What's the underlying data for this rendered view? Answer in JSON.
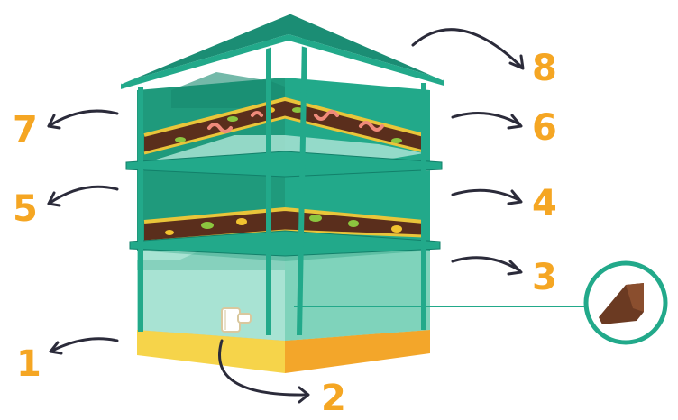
{
  "colors": {
    "number": "#f5a623",
    "arrow": "#2b2b3a",
    "frame": "#22a98a",
    "frame_dark": "#12806a",
    "tray_back": "#1f9a7c",
    "tray_light": "#a8e3d3",
    "soil": "#5a2e1c",
    "soil_edge": "#e9c53a",
    "base_left": "#f6d44a",
    "base_right": "#f3a62a",
    "roof": "#1b8d74",
    "roof_edge": "#ffffff",
    "leaf_green": "#8cc63f",
    "leaf_yellow": "#f2c330",
    "worm": "#ef8a7a",
    "inset_ring": "#22a98a",
    "inset_wedge": "#6b3a22"
  },
  "labels": {
    "n1": "1",
    "n2": "2",
    "n3": "3",
    "n4": "4",
    "n5": "5",
    "n6": "6",
    "n7": "7",
    "n8": "8"
  },
  "icons": {
    "tap": "tap-icon",
    "inset": "wedge-detail-icon"
  }
}
